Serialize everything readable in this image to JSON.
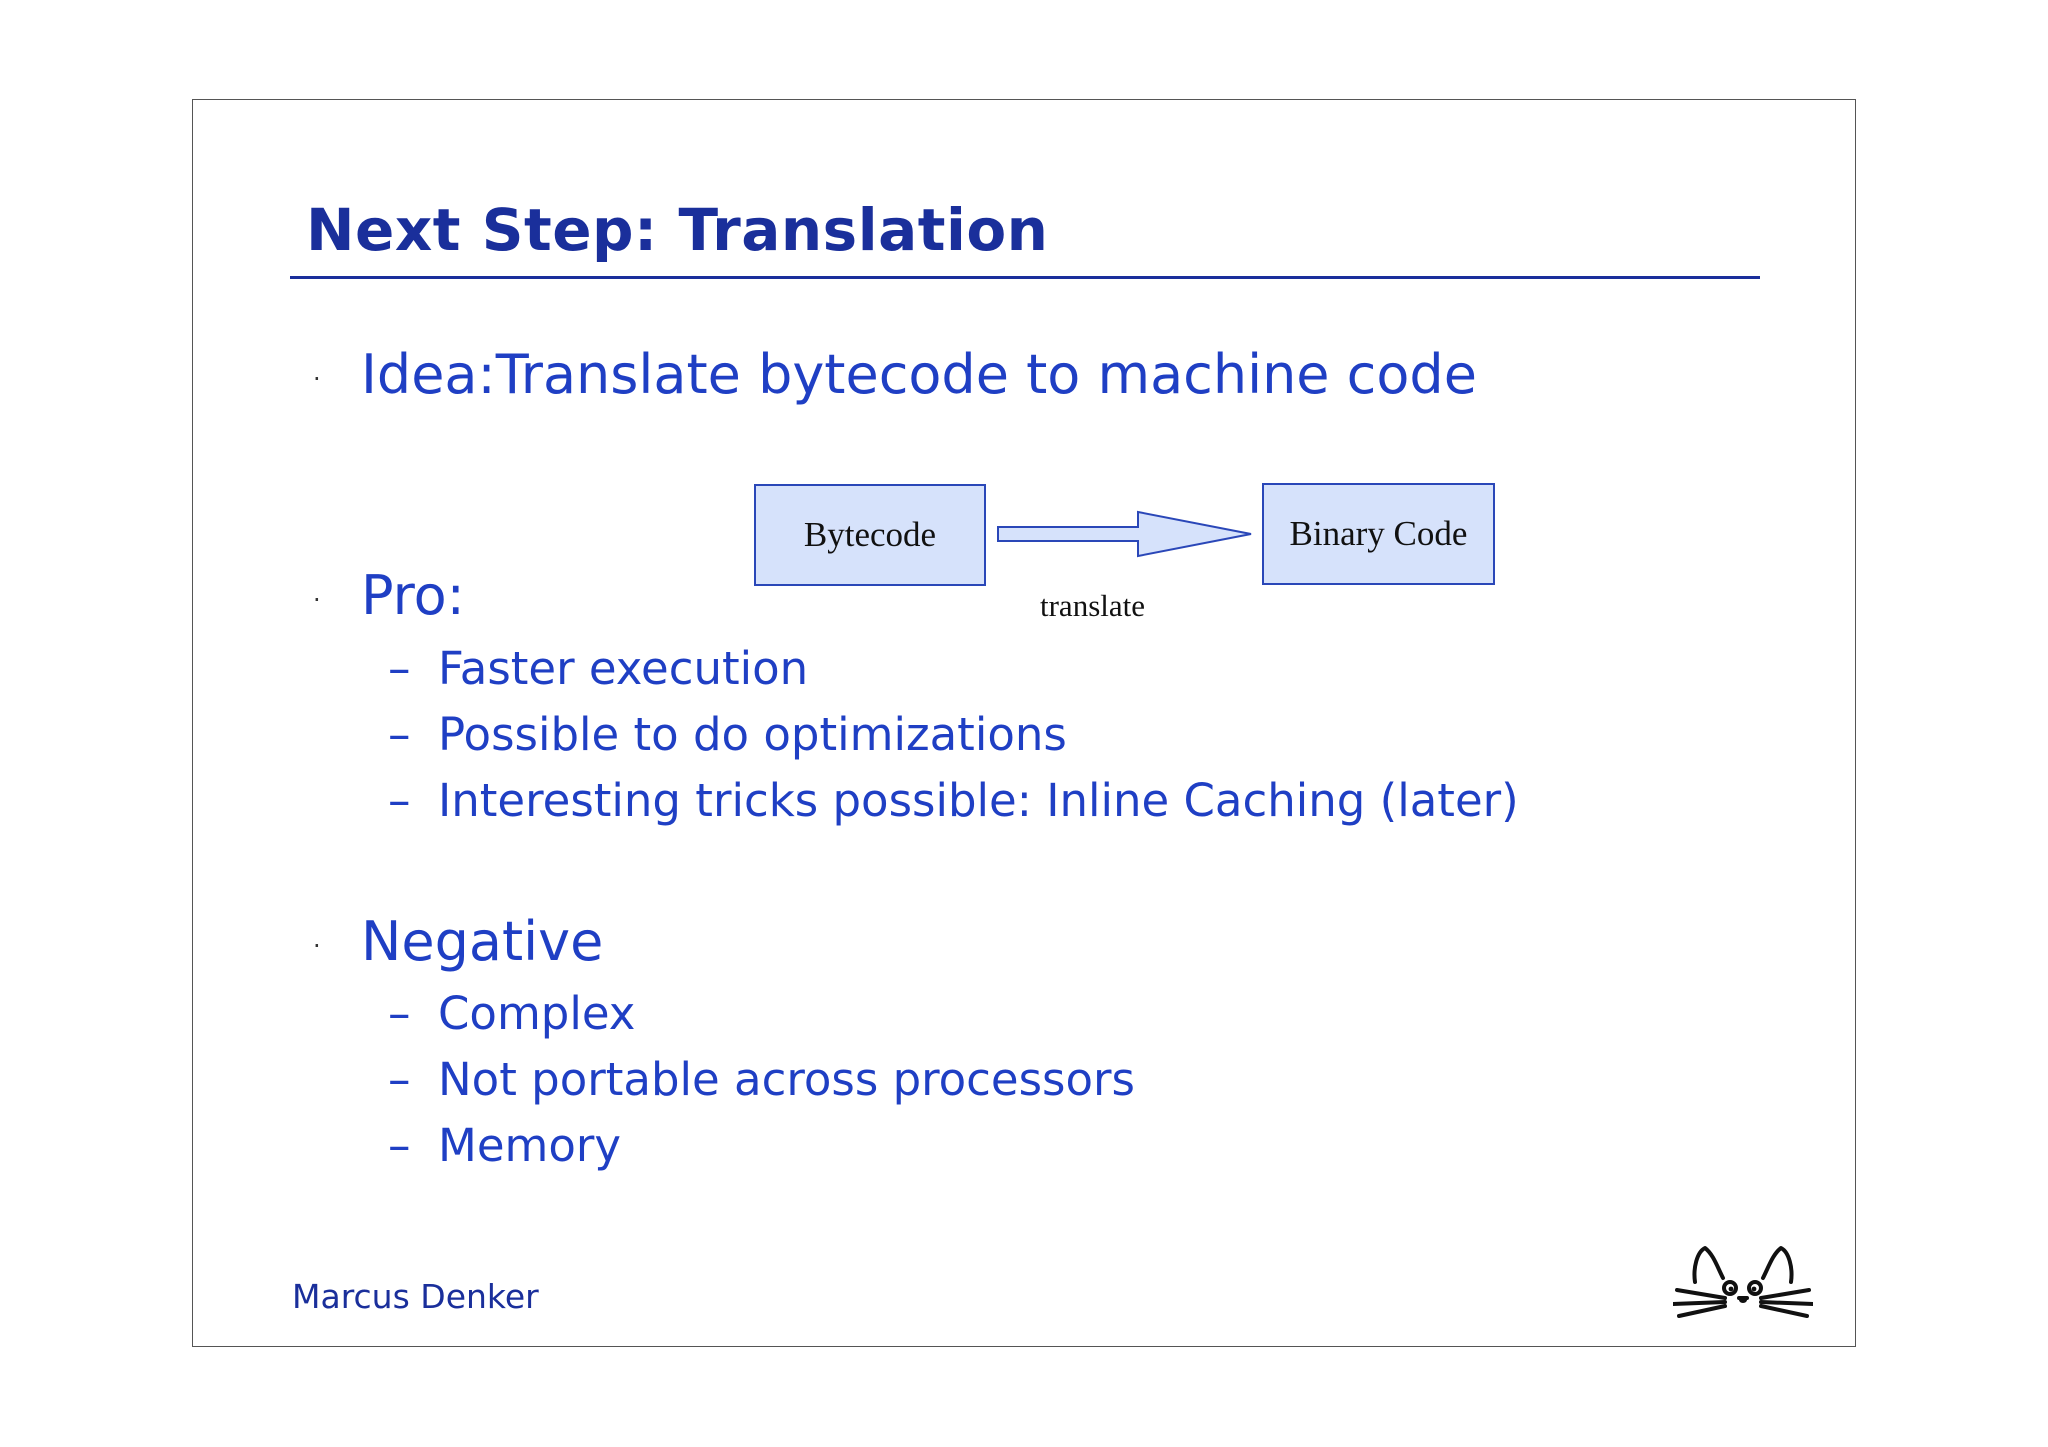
{
  "slide": {
    "title": "Next Step: Translation",
    "bullets": [
      {
        "text": "Idea:Translate bytecode to machine code"
      },
      {
        "text": "Pro:",
        "items": [
          "Faster execution",
          "Possible to do optimizations",
          "Interesting tricks possible: Inline Caching (later)"
        ]
      },
      {
        "text": "Negative",
        "items": [
          "Complex",
          "Not portable across processors",
          "Memory"
        ]
      }
    ],
    "diagram": {
      "source_label": "Bytecode",
      "target_label": "Binary Code",
      "arrow_label": "translate",
      "box_fill": "#d6e2fb",
      "box_border": "#2a47b8"
    },
    "footer": "Marcus Denker",
    "logo_icon": "cat-face-icon",
    "bullet_glyph": "·",
    "dash_glyph": "–"
  },
  "colors": {
    "title": "#1a2f9b",
    "body": "#1f3fc4",
    "border": "#555555"
  }
}
